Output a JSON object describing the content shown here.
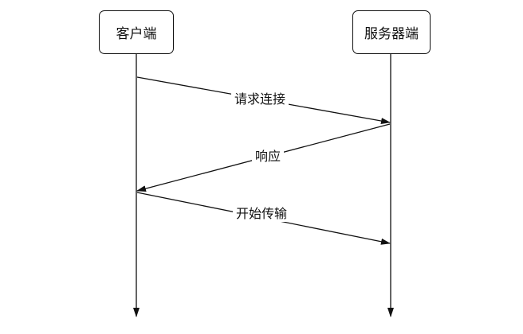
{
  "diagram": {
    "participants": [
      {
        "id": "client",
        "label": "客户端"
      },
      {
        "id": "server",
        "label": "服务器端"
      }
    ],
    "messages": [
      {
        "from": "client",
        "to": "server",
        "label": "请求连接"
      },
      {
        "from": "server",
        "to": "client",
        "label": "响应"
      },
      {
        "from": "client",
        "to": "server",
        "label": "开始传输"
      }
    ]
  }
}
